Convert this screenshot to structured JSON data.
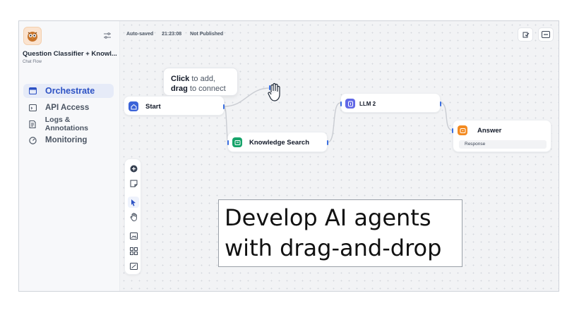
{
  "app": {
    "name": "Question Classifier + Knowl...",
    "mode": "Chat Flow"
  },
  "nav": [
    {
      "label": "Orchestrate",
      "icon": "layout-icon",
      "active": true
    },
    {
      "label": "API Access",
      "icon": "terminal-icon",
      "active": false
    },
    {
      "label": "Logs & Annotations",
      "icon": "document-icon",
      "active": false
    },
    {
      "label": "Monitoring",
      "icon": "monitoring-icon",
      "active": false
    }
  ],
  "status": {
    "autosaved": "Auto-saved",
    "time": "21:23:08",
    "publish": "Not Published"
  },
  "tooltip": {
    "click": "Click",
    "to_add": " to add,",
    "drag": "drag",
    "to_connect": " to connect"
  },
  "nodes": {
    "start": {
      "title": "Start",
      "icon": "home-icon",
      "color": "#3b63d8"
    },
    "knowledge": {
      "title": "Knowledge Search",
      "icon": "knowledge-icon",
      "color": "#16a36a"
    },
    "llm": {
      "title": "LLM 2",
      "icon": "llm-icon",
      "color": "#6168e6"
    },
    "answer": {
      "title": "Answer",
      "icon": "answer-icon",
      "color": "#f38a20",
      "field": "Response"
    }
  },
  "banner": {
    "line1": "Develop AI agents",
    "line2": "with drag-and-drop"
  },
  "colors": {
    "accent": "#2d52c4",
    "handle": "#3b6fe0"
  }
}
